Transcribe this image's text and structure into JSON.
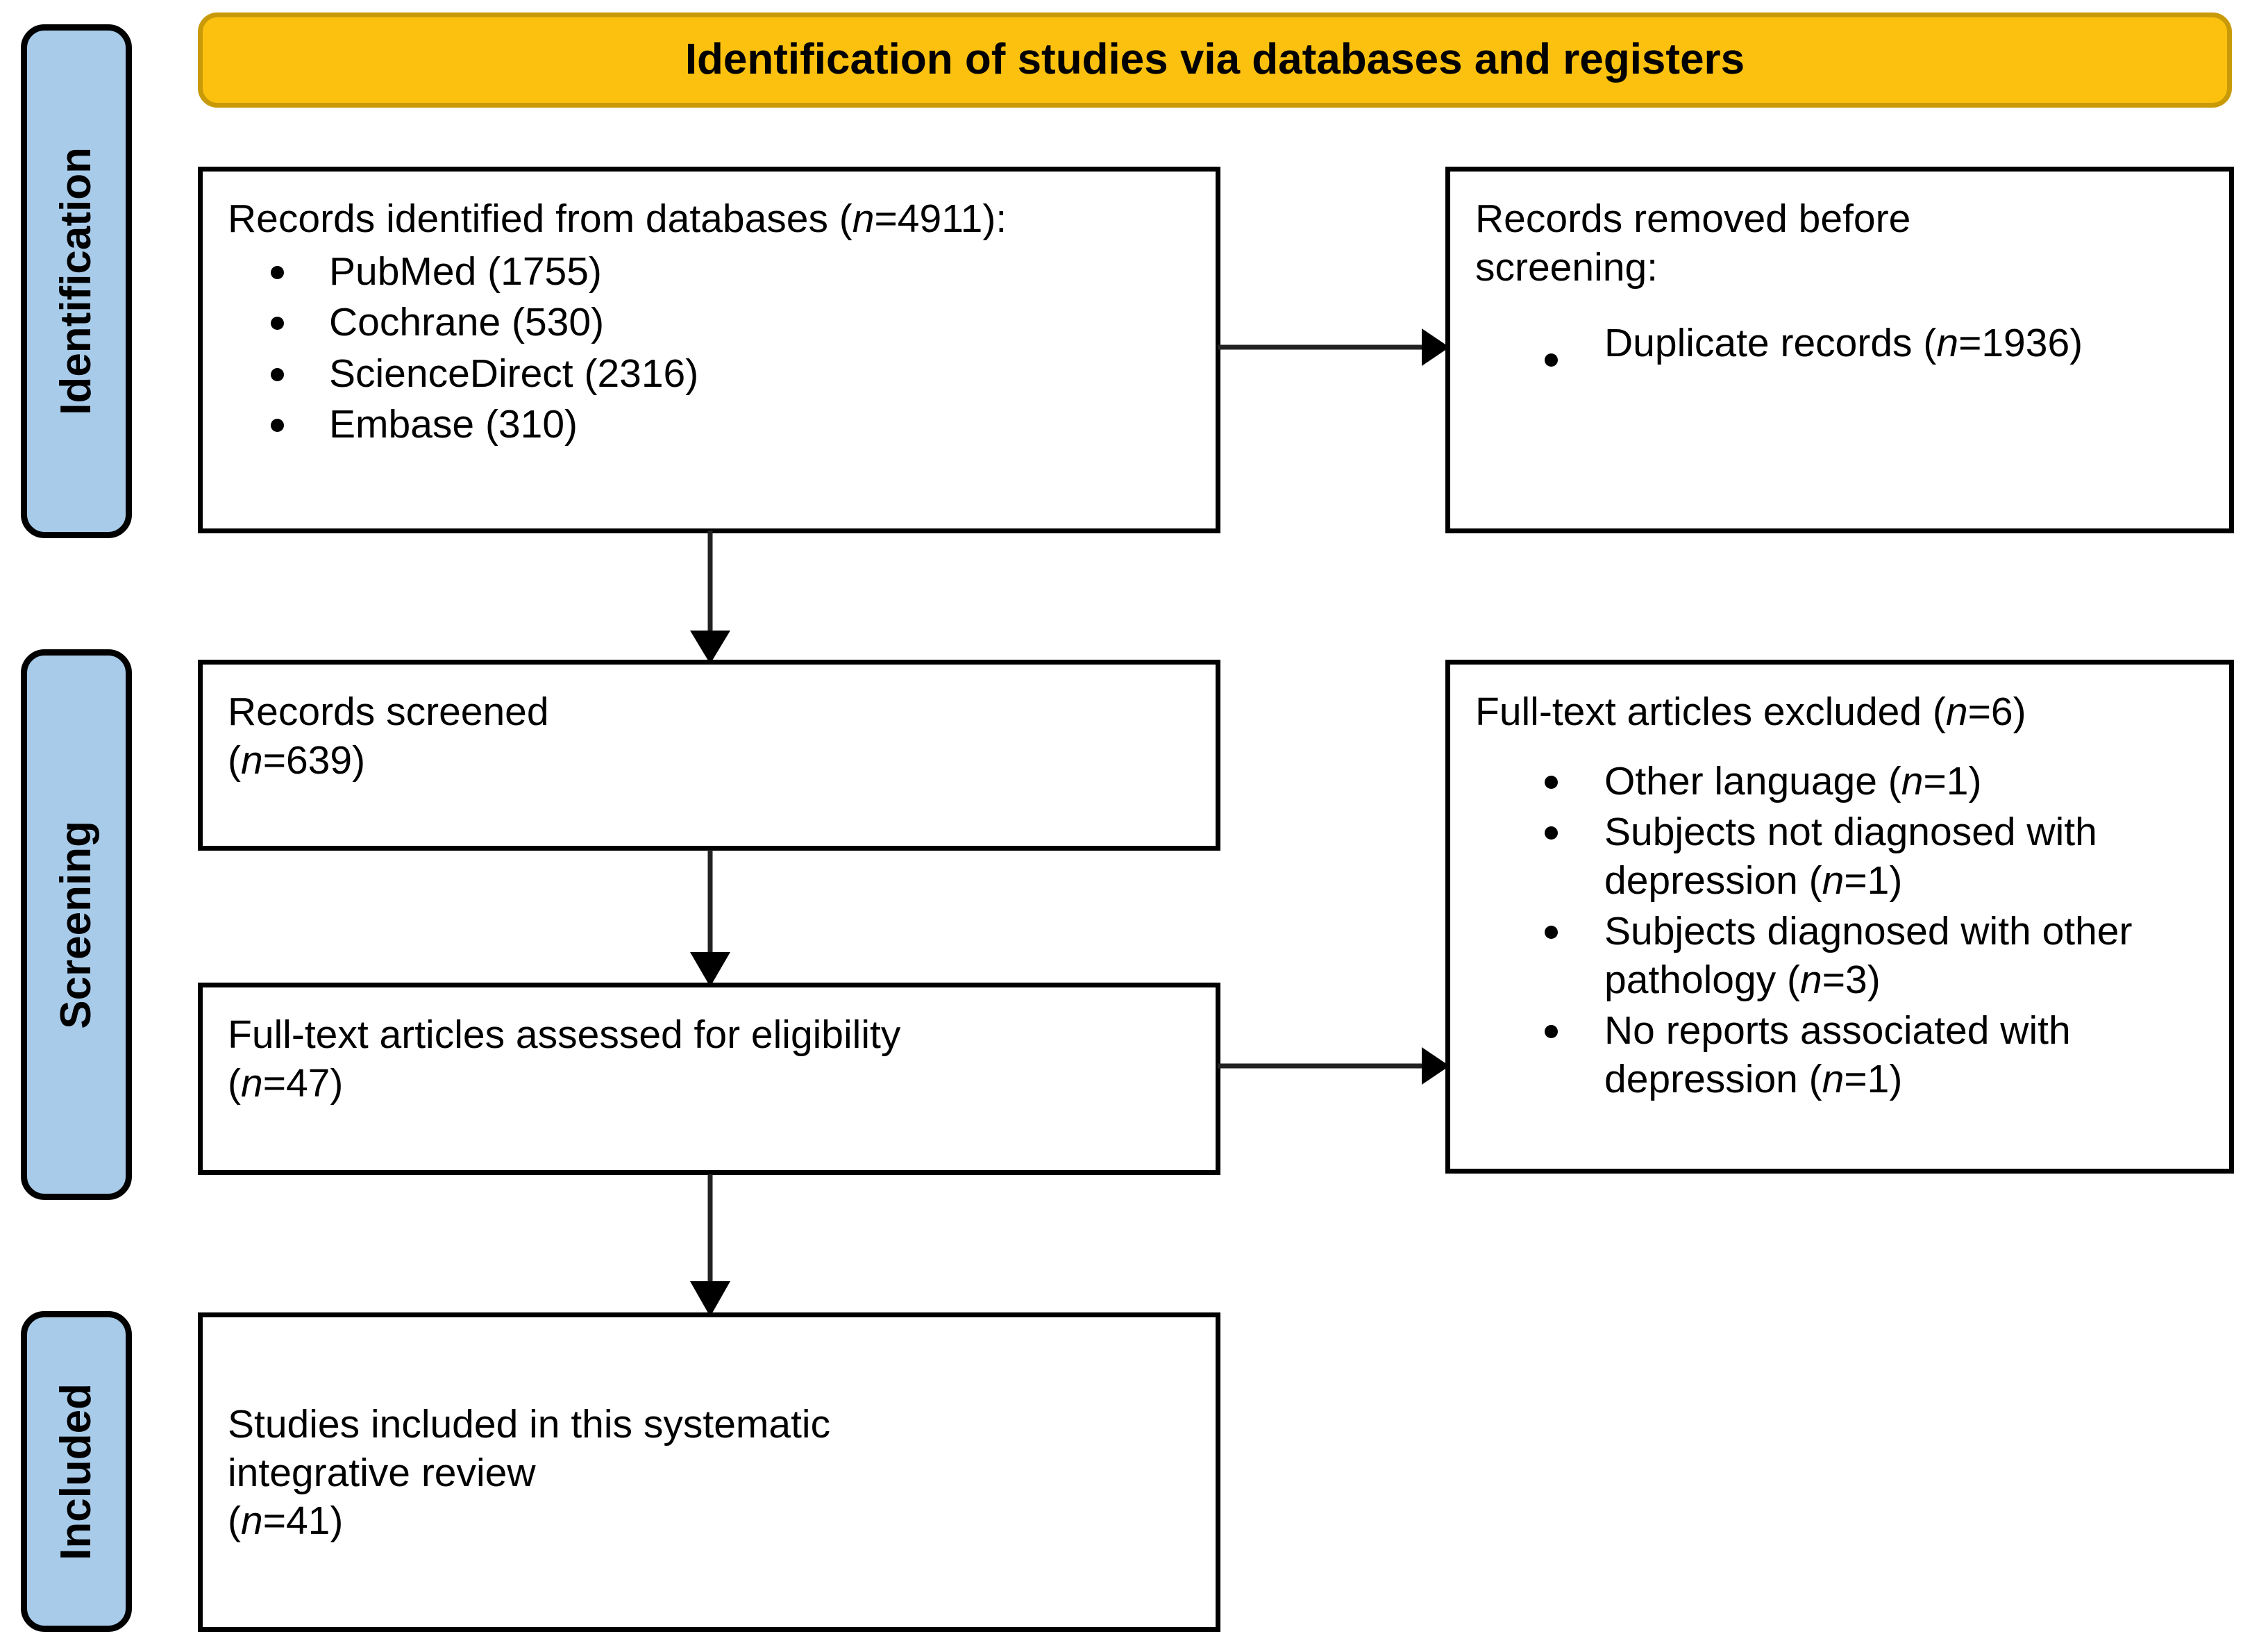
{
  "banner": {
    "title": "Identification of studies via databases and registers",
    "bg_color": "#FCC10F",
    "border_color": "#C99A08"
  },
  "stages": [
    {
      "id": "identification",
      "label": "Identification",
      "bg_color": "#A8CBEA"
    },
    {
      "id": "screening",
      "label": "Screening",
      "bg_color": "#A8CBEA"
    },
    {
      "id": "included",
      "label": "Included",
      "bg_color": "#A8CBEA"
    }
  ],
  "boxes": {
    "records_identified": {
      "heading": "Records identified from databases (n=4911):",
      "items": [
        "PubMed (1755)",
        "Cochrane (530)",
        "ScienceDirect (2316)",
        "Embase (310)"
      ]
    },
    "records_removed": {
      "heading_line1": "Records removed before",
      "heading_line2": "screening:",
      "items": [
        "Duplicate records (n=1936)"
      ]
    },
    "records_screened": {
      "line1": "Records screened",
      "line2": "(n=639)"
    },
    "fulltext_excluded": {
      "heading": "Full-text articles excluded (n=6)",
      "items": [
        "Other language (n=1)",
        "Subjects not diagnosed with depression (n=1)",
        "Subjects diagnosed with other pathology (n=3)",
        "No reports associated with depression (n=1)"
      ]
    },
    "fulltext_assessed": {
      "line1": "Full-text articles assessed for eligibility",
      "line2": "(n=47)"
    },
    "studies_included": {
      "line1": "Studies included in this systematic",
      "line2": "integrative review",
      "line3": "(n=41)"
    }
  },
  "chart_data": {
    "type": "diagram",
    "title": "Identification of studies via databases and registers",
    "diagram_kind": "PRISMA flow diagram",
    "stages": [
      "Identification",
      "Screening",
      "Included"
    ],
    "nodes": [
      {
        "id": "records_identified",
        "stage": "Identification",
        "label": "Records identified from databases",
        "n": 4911,
        "breakdown": [
          {
            "source": "PubMed",
            "n": 1755
          },
          {
            "source": "Cochrane",
            "n": 530
          },
          {
            "source": "ScienceDirect",
            "n": 2316
          },
          {
            "source": "Embase",
            "n": 310
          }
        ]
      },
      {
        "id": "records_removed",
        "stage": "Identification",
        "label": "Records removed before screening",
        "breakdown": [
          {
            "reason": "Duplicate records",
            "n": 1936
          }
        ]
      },
      {
        "id": "records_screened",
        "stage": "Screening",
        "label": "Records screened",
        "n": 639
      },
      {
        "id": "fulltext_assessed",
        "stage": "Screening",
        "label": "Full-text articles assessed for eligibility",
        "n": 47
      },
      {
        "id": "fulltext_excluded",
        "stage": "Screening",
        "label": "Full-text articles excluded",
        "n": 6,
        "breakdown": [
          {
            "reason": "Other language",
            "n": 1
          },
          {
            "reason": "Subjects not diagnosed with depression",
            "n": 1
          },
          {
            "reason": "Subjects diagnosed with other pathology",
            "n": 3
          },
          {
            "reason": "No reports associated with depression",
            "n": 1
          }
        ]
      },
      {
        "id": "studies_included",
        "stage": "Included",
        "label": "Studies included in this systematic integrative review",
        "n": 41
      }
    ],
    "edges": [
      {
        "from": "records_identified",
        "to": "records_removed",
        "direction": "right"
      },
      {
        "from": "records_identified",
        "to": "records_screened",
        "direction": "down"
      },
      {
        "from": "records_screened",
        "to": "fulltext_assessed",
        "direction": "down"
      },
      {
        "from": "fulltext_assessed",
        "to": "fulltext_excluded",
        "direction": "right"
      },
      {
        "from": "fulltext_assessed",
        "to": "studies_included",
        "direction": "down"
      }
    ]
  }
}
